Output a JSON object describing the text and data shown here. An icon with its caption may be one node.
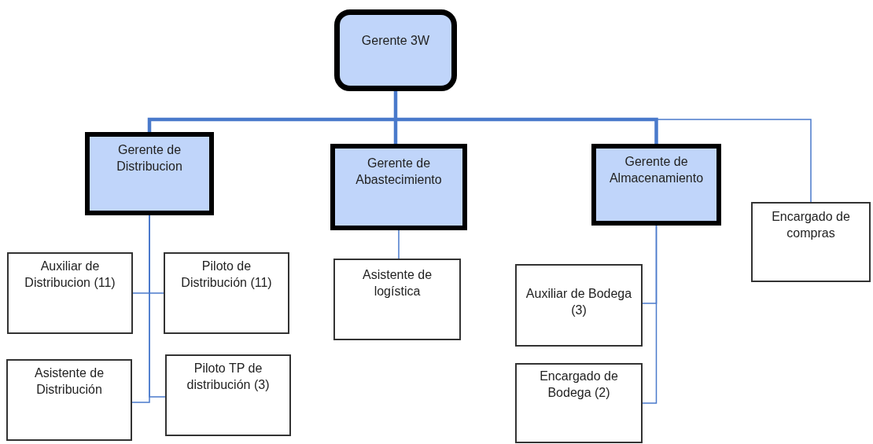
{
  "diagram": {
    "nodes": [
      {
        "text": [
          "Gerente 3W"
        ]
      },
      {
        "text": [
          "Gerente de Distribucion"
        ]
      },
      {
        "text": [
          "Gerente de Abastecimiento"
        ]
      },
      {
        "text": [
          "Gerente de Almacenamiento"
        ]
      },
      {
        "text": [
          "Encargado de compras"
        ]
      },
      {
        "text": [
          "Auxiliar de Distribucion (11)"
        ]
      },
      {
        "text": [
          "Piloto de Distribución (11)"
        ]
      },
      {
        "text": [
          "Asistente de Distribución"
        ]
      },
      {
        "text": [
          "Piloto TP de distribución (3)"
        ]
      },
      {
        "text": [
          "Asistente de logística"
        ]
      },
      {
        "text": [
          "Auxiliar de Bodega (3)"
        ]
      },
      {
        "text": [
          "Encargado de Bodega (2)"
        ]
      }
    ],
    "edges": [
      {
        "from": 0,
        "to": 1,
        "arrow": "none",
        "style": "thick"
      },
      {
        "from": 0,
        "to": 2,
        "arrow": "none",
        "style": "thick"
      },
      {
        "from": 0,
        "to": 3,
        "arrow": "none",
        "style": "thick"
      },
      {
        "from": 0,
        "to": 4,
        "arrow": "none"
      },
      {
        "from": 1,
        "to": 5,
        "arrow": "none"
      },
      {
        "from": 1,
        "to": 6,
        "arrow": "none"
      },
      {
        "from": 1,
        "to": 7,
        "arrow": "none"
      },
      {
        "from": 1,
        "to": 8,
        "arrow": "none"
      },
      {
        "from": 2,
        "to": 9,
        "arrow": "none"
      },
      {
        "from": 3,
        "to": 10,
        "arrow": "none"
      },
      {
        "from": 3,
        "to": 11,
        "arrow": "none"
      }
    ]
  }
}
